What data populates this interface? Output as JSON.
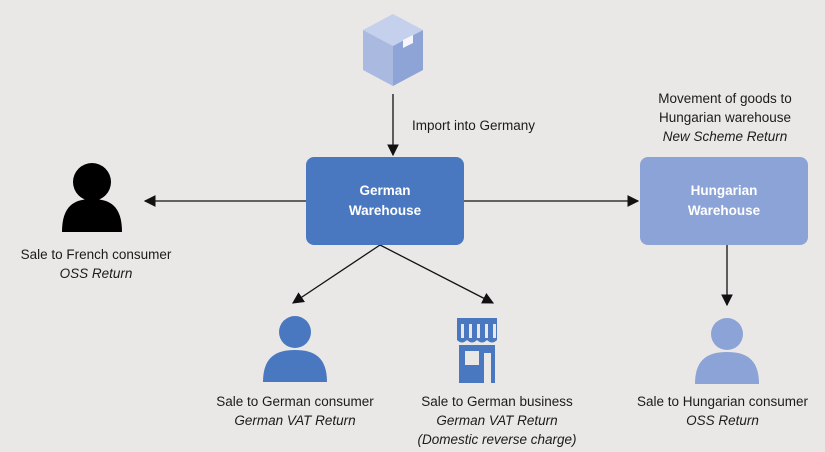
{
  "nodes": {
    "german_warehouse": {
      "line1": "German",
      "line2": "Warehouse"
    },
    "hungarian_warehouse": {
      "line1": "Hungarian",
      "line2": "Warehouse"
    }
  },
  "labels": {
    "import": "Import into Germany",
    "movement": {
      "line1": "Movement of goods to",
      "line2": "Hungarian warehouse",
      "return": "New Scheme Return"
    },
    "french_consumer": {
      "line1": "Sale to French consumer",
      "return": "OSS Return"
    },
    "german_consumer": {
      "line1": "Sale to German consumer",
      "return": "German VAT Return"
    },
    "german_business": {
      "line1": "Sale to German business",
      "return": "German VAT Return",
      "note": "(Domestic reverse charge)"
    },
    "hungarian_consumer": {
      "line1": "Sale to Hungarian consumer",
      "return": "OSS Return"
    }
  },
  "icons": {
    "package": "package-box-icon",
    "french_consumer": "person-icon",
    "german_consumer": "person-icon",
    "german_business": "storefront-icon",
    "hungarian_consumer": "person-icon"
  },
  "colors": {
    "background": "#e9e8e6",
    "german_warehouse": "#4a78c0",
    "hungarian_warehouse": "#8ba3d6",
    "package": "#a9b9e0",
    "french_consumer": "#000000",
    "german_consumer": "#4a78c0",
    "german_business": "#4a78c0",
    "hungarian_consumer": "#8ba3d6"
  }
}
